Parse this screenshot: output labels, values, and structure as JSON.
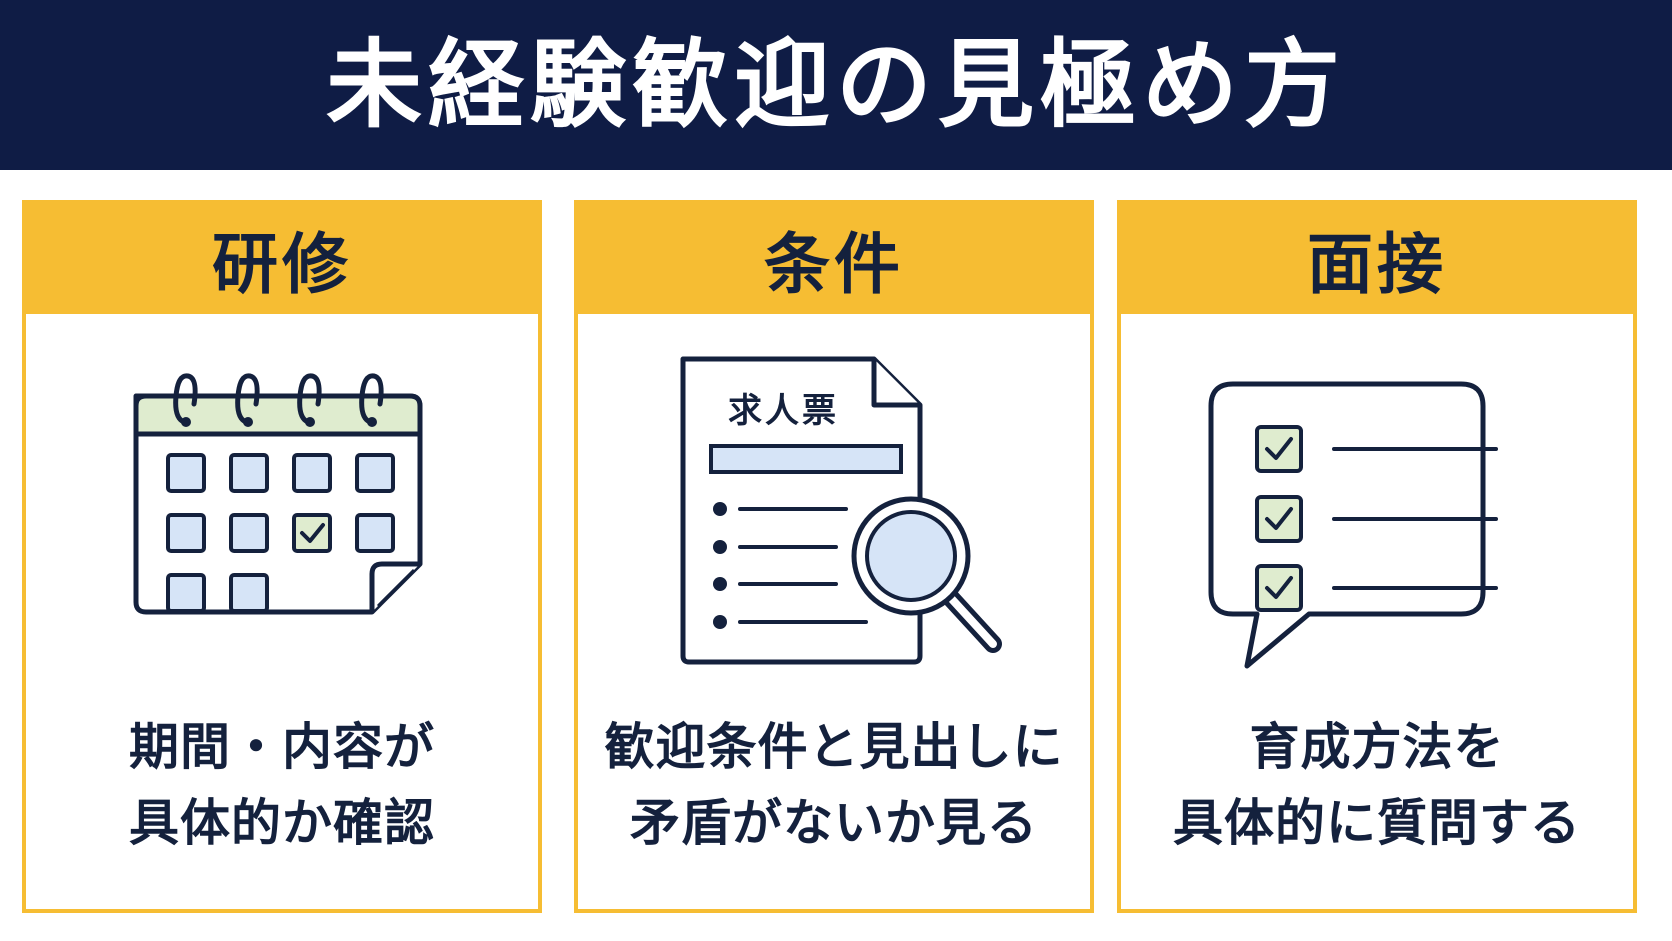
{
  "title": "未経験歓迎の見極め方",
  "cards": [
    {
      "heading": "研修",
      "icon": "calendar-icon",
      "lines": [
        "期間・内容が",
        "具体的か確認"
      ]
    },
    {
      "heading": "条件",
      "icon": "job-posting-search-icon",
      "document_label": "求人票",
      "lines": [
        "歓迎条件と見出しに",
        "矛盾がないか見る"
      ]
    },
    {
      "heading": "面接",
      "icon": "checklist-speech-bubble-icon",
      "lines": [
        "育成方法を",
        "具体的に質問する"
      ]
    }
  ],
  "colors": {
    "navy": "#0f1c45",
    "accent_yellow": "#f6bd33",
    "light_blue": "#d6e4f7",
    "light_green": "#dfeccf",
    "text_dark": "#14213d"
  }
}
